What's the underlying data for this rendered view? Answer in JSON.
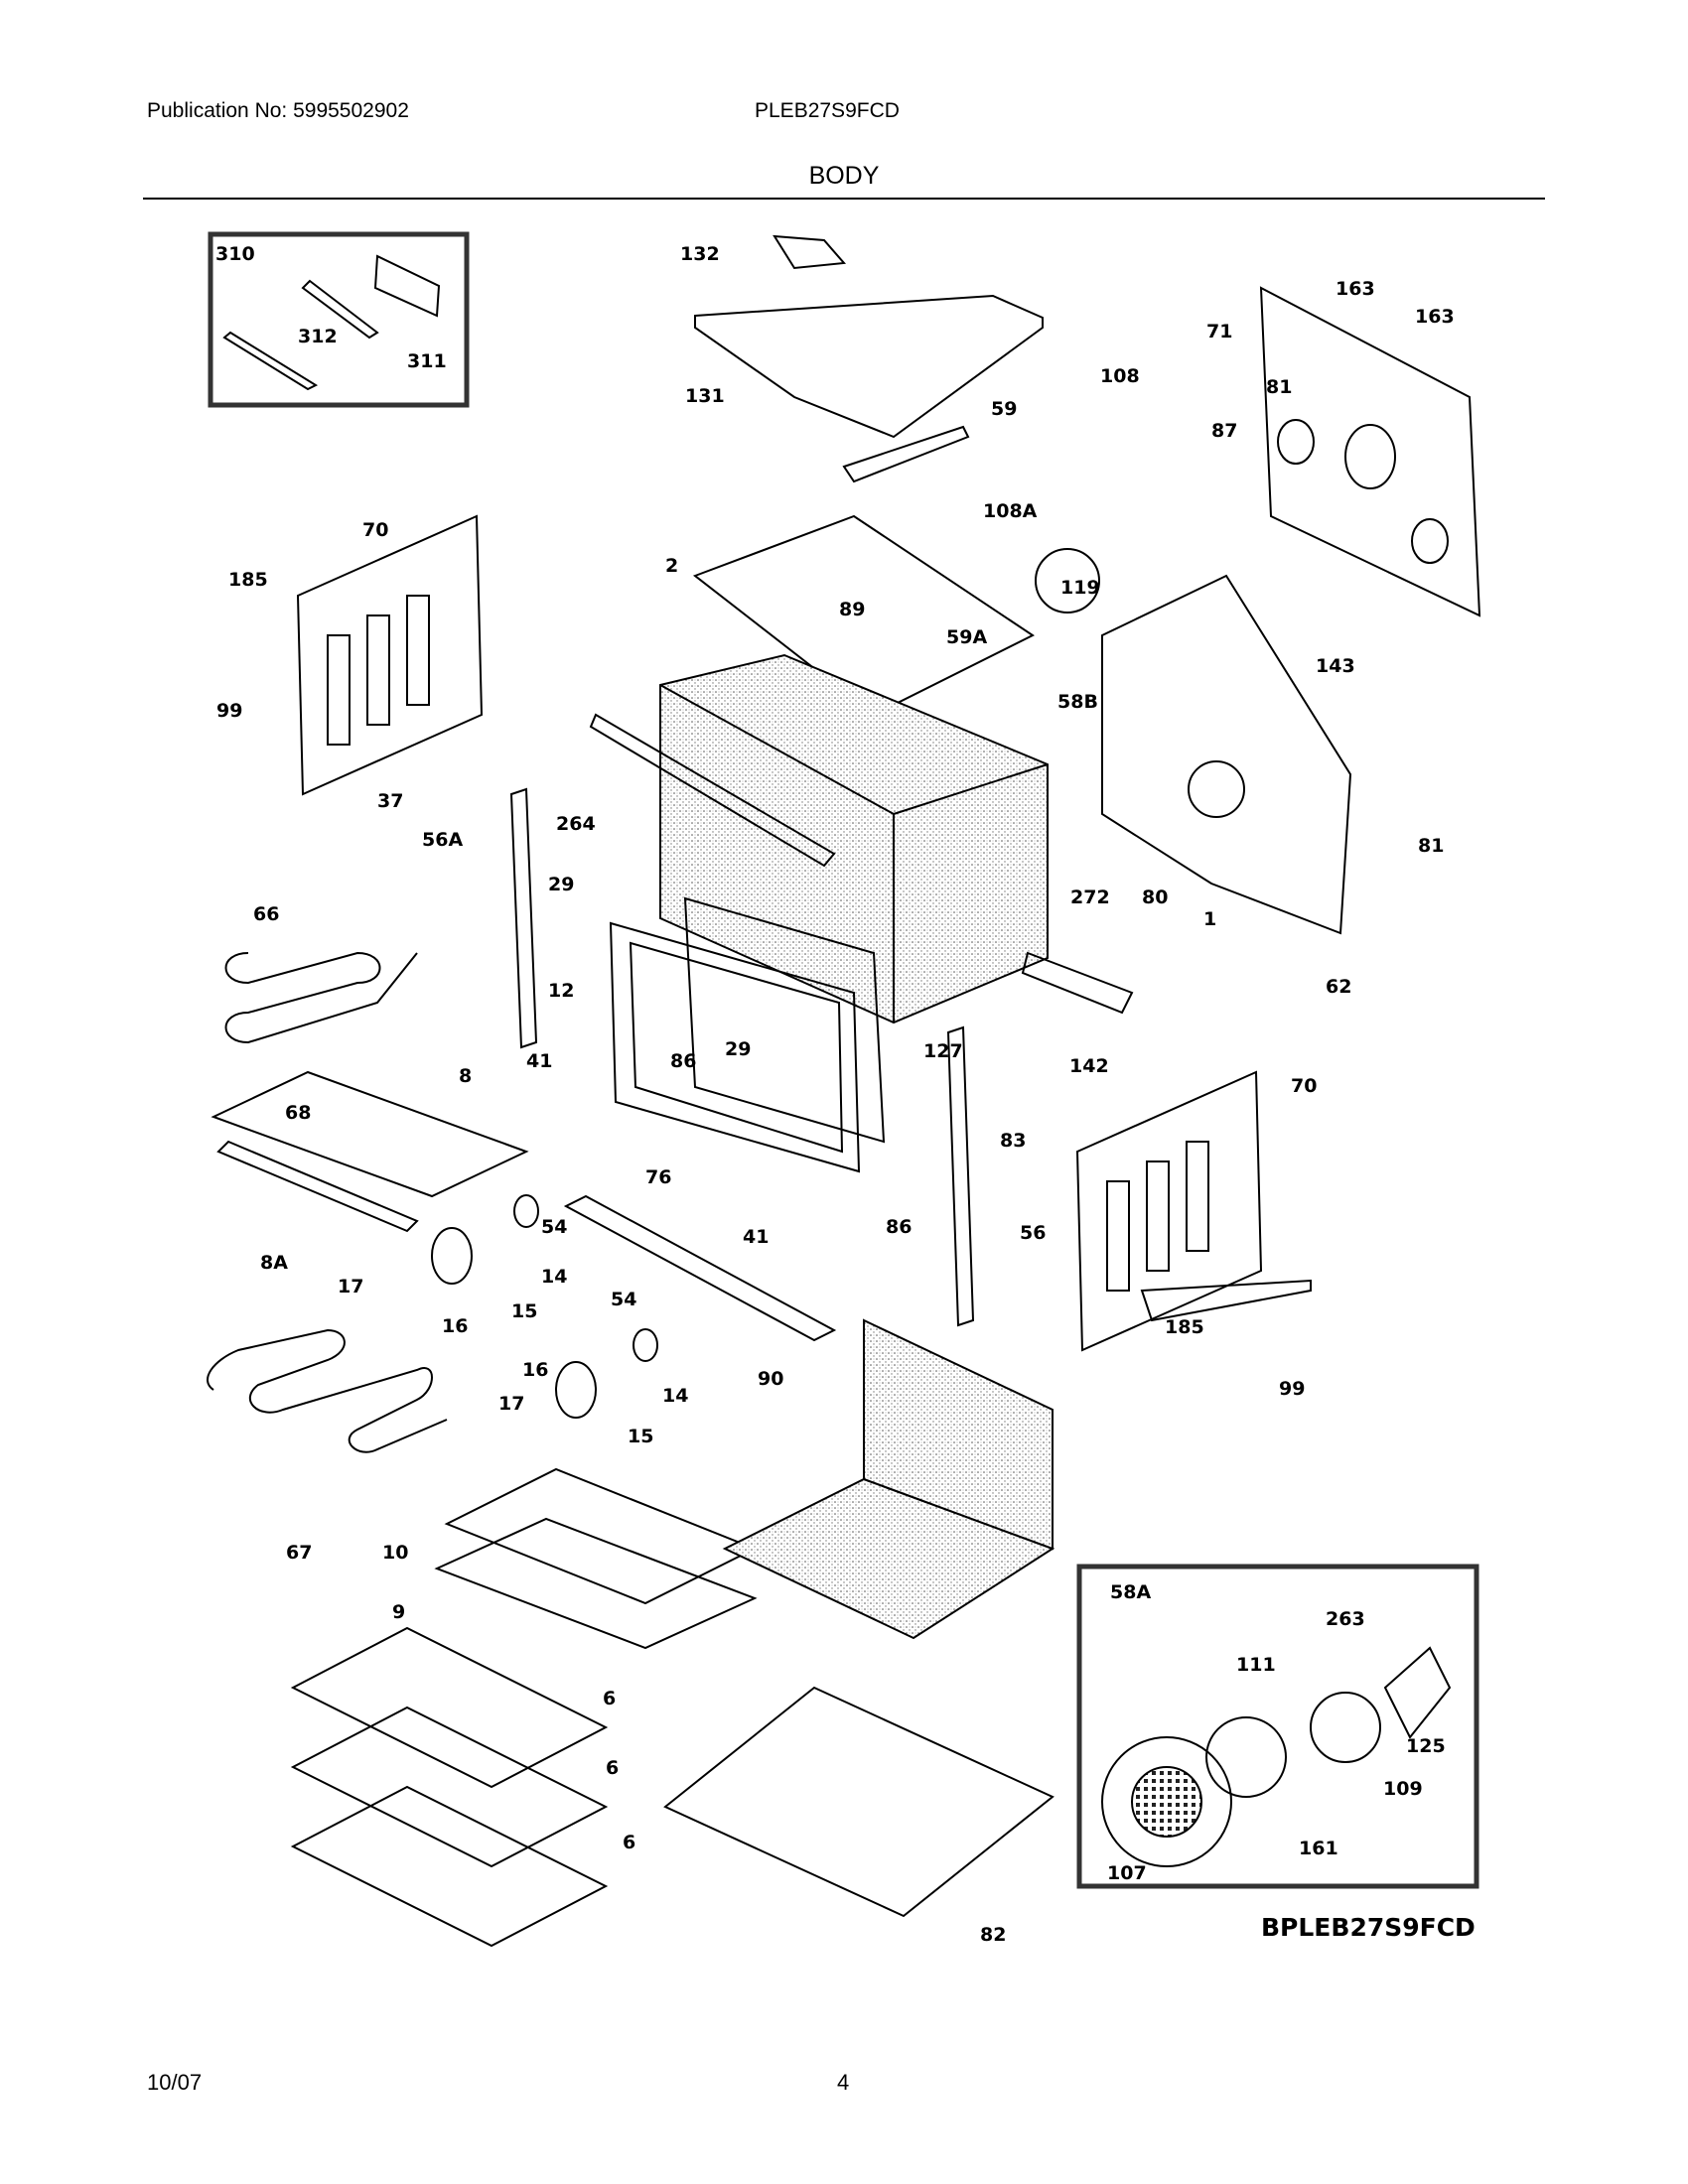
{
  "header": {
    "publication": "Publication No: 5995502902",
    "model": "PLEB27S9FCD",
    "section_title": "BODY"
  },
  "diagram": {
    "code": "BPLEB27S9FCD",
    "labels": [
      "310",
      "312",
      "311",
      "132",
      "131",
      "59",
      "163",
      "163",
      "71",
      "108",
      "87",
      "108A",
      "119",
      "70",
      "185",
      "99",
      "2",
      "89",
      "59A",
      "58B",
      "81",
      "143",
      "81",
      "37",
      "56A",
      "264",
      "29",
      "12",
      "272",
      "80",
      "1",
      "66",
      "62",
      "29",
      "127",
      "142",
      "41",
      "86",
      "83",
      "70",
      "68",
      "8",
      "76",
      "41",
      "86",
      "56",
      "8A",
      "17",
      "16",
      "15",
      "14",
      "54",
      "54",
      "16",
      "17",
      "14",
      "15",
      "90",
      "185",
      "99",
      "67",
      "10",
      "9",
      "58A",
      "263",
      "111",
      "125",
      "109",
      "6",
      "6",
      "6",
      "107",
      "161",
      "82"
    ]
  },
  "footer": {
    "date": "10/07",
    "page": "4"
  }
}
